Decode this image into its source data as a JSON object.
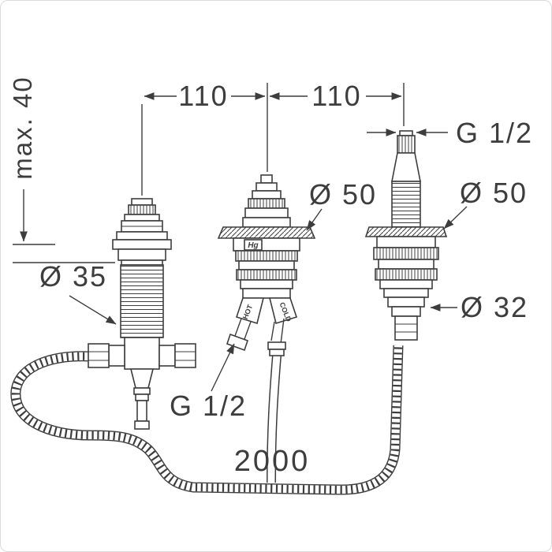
{
  "drawing": {
    "title": "bath-mixer-rough-installation-drawing",
    "dim_max40": "max. 40",
    "dim_110_left": "110",
    "dim_110_right": "110",
    "dim_g12_top": "G 1/2",
    "dim_d50_mid": "Ø 50",
    "dim_d50_right": "Ø 50",
    "dim_d35": "Ø 35",
    "dim_d32": "Ø 32",
    "dim_g12_bottom": "G 1/2",
    "dim_hose_length": "2000",
    "brand_logo": "Hg",
    "hot_label": "HOT",
    "cold_label": "COLD"
  },
  "colors": {
    "line": "#3d3d3d",
    "background": "#ffffff",
    "frame_border": "#dadada"
  }
}
